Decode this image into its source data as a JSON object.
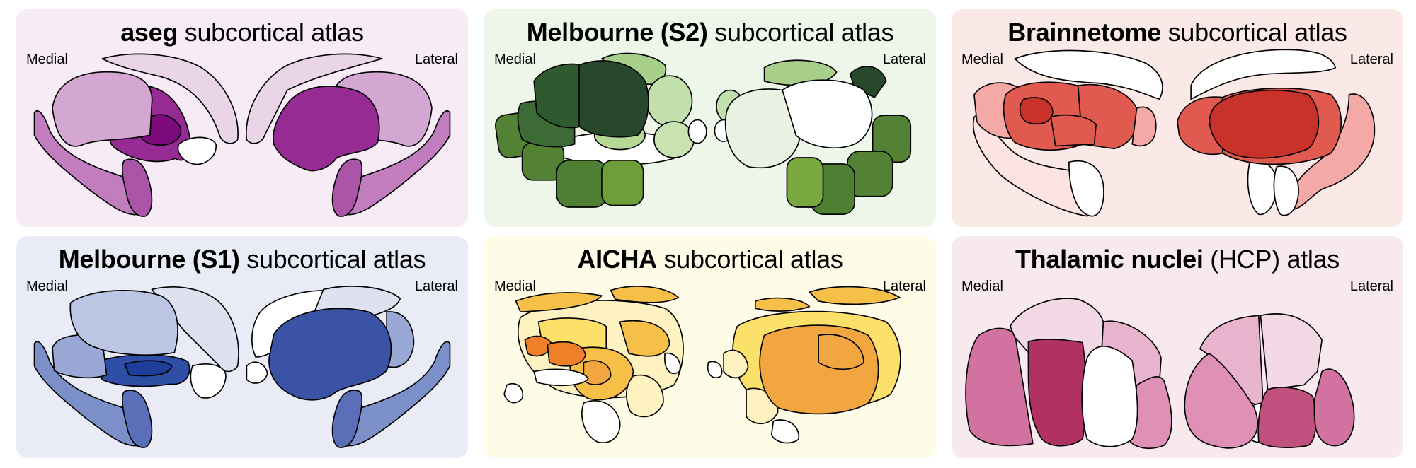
{
  "panels": [
    {
      "title_bold": "aseg",
      "title_rest": " subcortical atlas",
      "medial": "Medial",
      "lateral": "Lateral",
      "background": "#f7ebf6",
      "palette": {
        "a": "#ead5e8",
        "b": "#d4a6d2",
        "c": "#952b93",
        "d": "#7d0a7c",
        "e": "#ffffff",
        "f": "#c17dbd",
        "g": "#ab55a8"
      }
    },
    {
      "title_bold": "Melbourne (S2)",
      "title_rest": " subcortical atlas",
      "medial": "Medial",
      "lateral": "Lateral",
      "background": "#eef6ea",
      "palette": {
        "dark": "#27482a",
        "dark2": "#2f5a2f",
        "mid": "#548235",
        "mid2": "#78a83f",
        "light": "#a8cf8a",
        "light2": "#c2dfae",
        "pale": "#eaf2e4",
        "white": "#ffffff"
      }
    },
    {
      "title_bold": "Brainnetome",
      "title_rest": " subcortical atlas",
      "medial": "Medial",
      "lateral": "Lateral",
      "background": "#fbe9e8",
      "palette": {
        "dark": "#c8322a",
        "mid": "#e05a50",
        "light": "#f4a9a6",
        "pale": "#fde3e1",
        "white": "#ffffff"
      }
    },
    {
      "title_bold": "Melbourne (S1)",
      "title_rest": " subcortical atlas",
      "medial": "Medial",
      "lateral": "Lateral",
      "background": "#e9ecf6",
      "palette": {
        "a": "#dde1f0",
        "b": "#bcc5e3",
        "c": "#2f4ea6",
        "d": "#1f3d9a",
        "e": "#ffffff",
        "f": "#7b8fc9",
        "g": "#5a6fb8",
        "h": "#9aa8d6",
        "p": "#3a53a4"
      }
    },
    {
      "title_bold": "AICHA",
      "title_rest": " subcortical atlas",
      "medial": "Medial",
      "lateral": "Lateral",
      "background": "#fefbe6",
      "palette": {
        "orange": "#f6c048",
        "yellow": "#fbe06a",
        "pale": "#fdf2c0",
        "dark": "#f07f2a",
        "amber": "#f2a640",
        "white": "#ffffff"
      }
    },
    {
      "title_bold": "Thalamic nuclei",
      "title_rest": " (HCP) atlas",
      "medial": "Medial",
      "lateral": "Lateral",
      "background": "#f8e9ef",
      "palette": {
        "pale": "#f3d9e5",
        "light": "#e8b3cc",
        "mid": "#d172a0",
        "dark": "#b23163",
        "dark2": "#c0517f",
        "rose": "#de90b6",
        "white": "#ffffff"
      }
    }
  ]
}
